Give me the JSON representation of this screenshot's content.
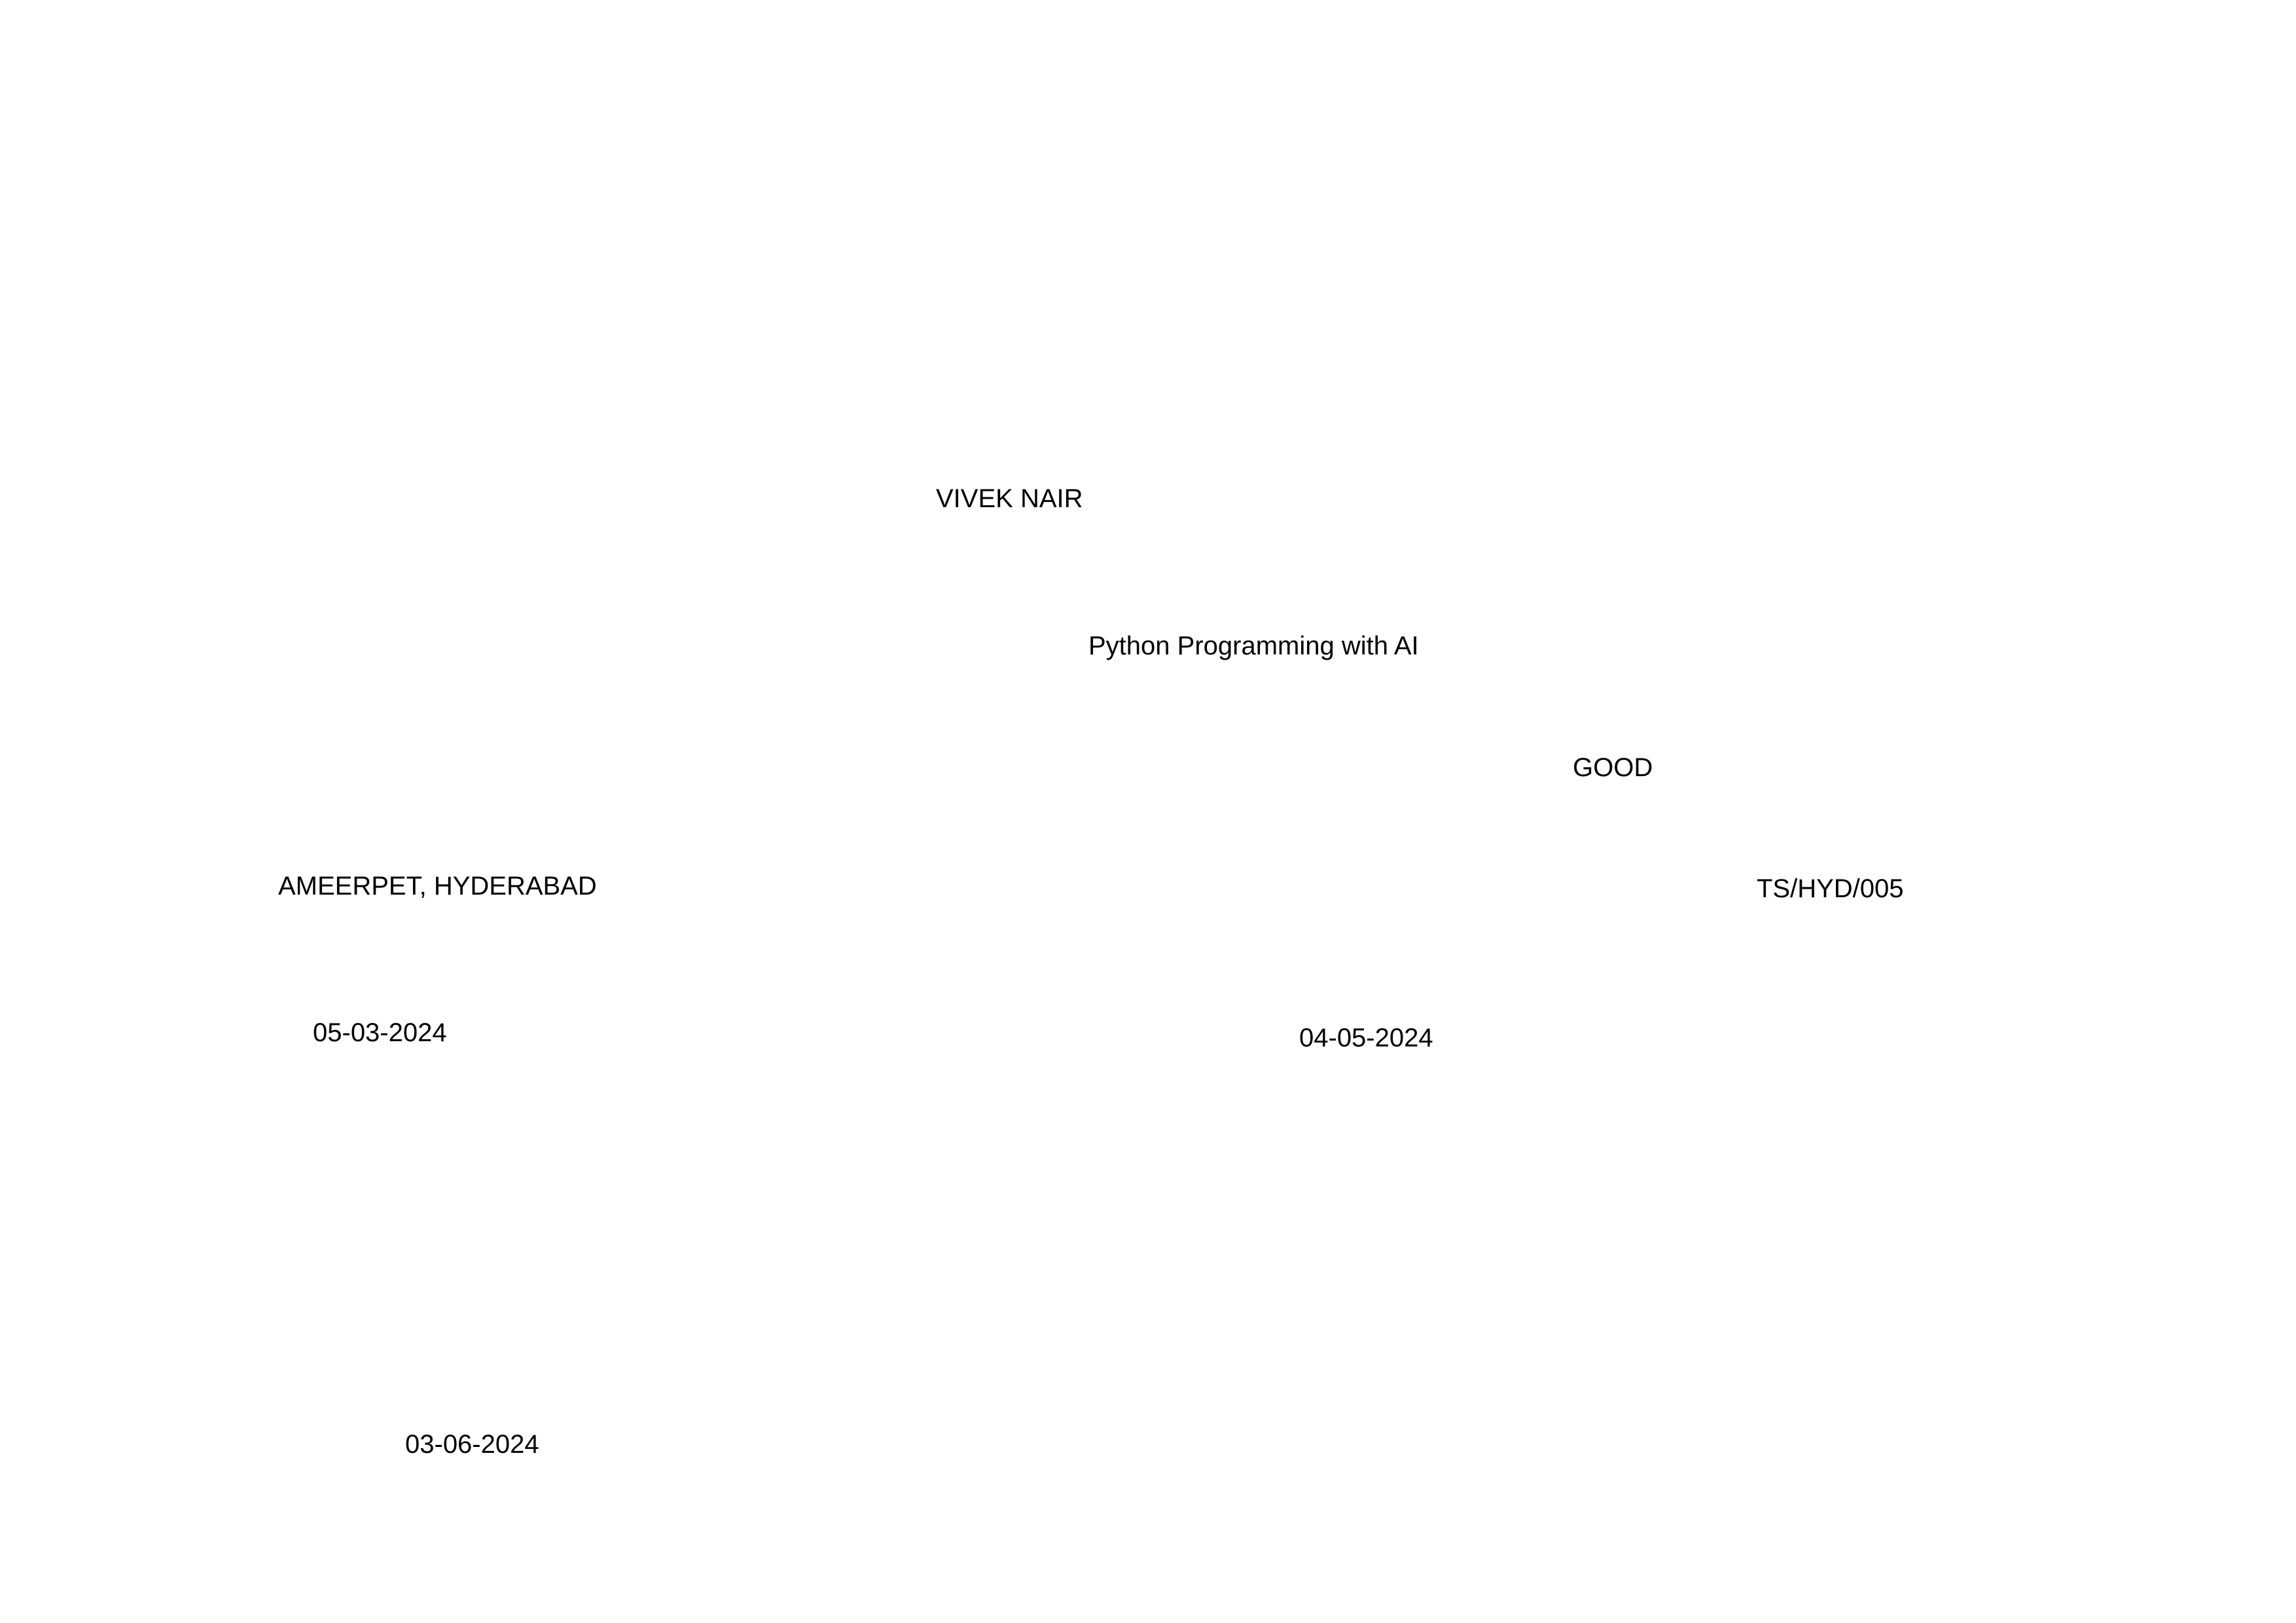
{
  "certificate": {
    "student_name": "VIVEK NAIR",
    "course": "Python Programming with AI",
    "grade": "GOOD",
    "centre_location": "AMEERPET, HYDERABAD",
    "centre_code": "TS/HYD/005",
    "start_date": "05-03-2024",
    "end_date": "04-05-2024",
    "issue_date": "03-06-2024"
  }
}
